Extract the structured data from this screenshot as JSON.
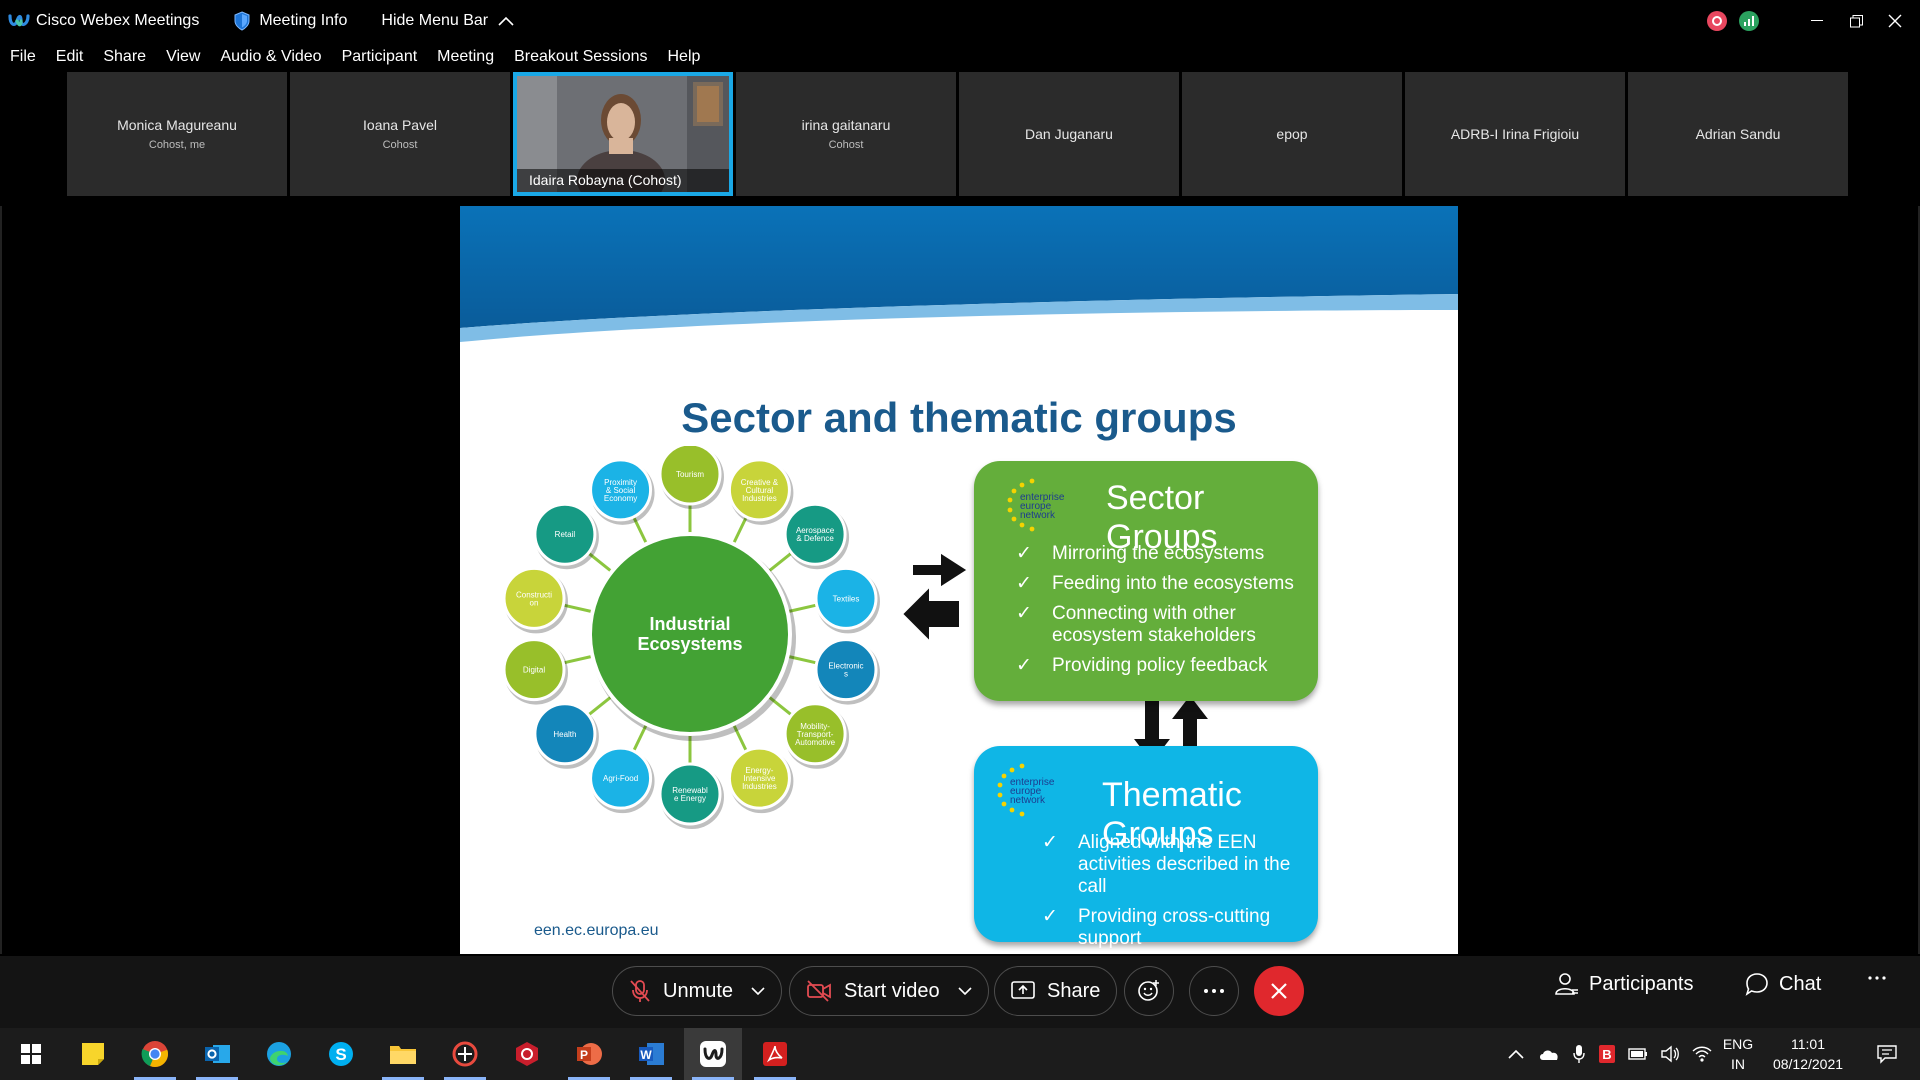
{
  "titlebar": {
    "app_name": "Cisco Webex Meetings",
    "meeting_info": "Meeting Info",
    "hide_menu_bar": "Hide Menu Bar"
  },
  "menu": [
    "File",
    "Edit",
    "Share",
    "View",
    "Audio & Video",
    "Participant",
    "Meeting",
    "Breakout Sessions",
    "Help"
  ],
  "participants": [
    {
      "name": "Monica Magureanu",
      "role": "Cohost, me"
    },
    {
      "name": "Ioana Pavel",
      "role": "Cohost"
    },
    {
      "name": "Idaira Robayna (Cohost)",
      "role": "",
      "video": true
    },
    {
      "name": "irina gaitanaru",
      "role": "Cohost"
    },
    {
      "name": "Dan Juganaru",
      "role": ""
    },
    {
      "name": "epop",
      "role": ""
    },
    {
      "name": "ADRB-I Irina Frigioiu",
      "role": ""
    },
    {
      "name": "Adrian Sandu",
      "role": ""
    }
  ],
  "slide": {
    "title": "Sector and thematic groups",
    "center": [
      "Industrial",
      "Ecosystems"
    ],
    "ecosystems": [
      {
        "lines": [
          "Proximity",
          "& Social",
          "Economy"
        ],
        "color": "#1bb3e6"
      },
      {
        "lines": [
          "Tourism"
        ],
        "color": "#98bf2a"
      },
      {
        "lines": [
          "Creative &",
          "Cultural",
          "Industries"
        ],
        "color": "#c8d43a"
      },
      {
        "lines": [
          "Aerospace",
          "& Defence"
        ],
        "color": "#169a84"
      },
      {
        "lines": [
          "Textiles"
        ],
        "color": "#1bb3e6"
      },
      {
        "lines": [
          "Electronic",
          "s"
        ],
        "color": "#1386ba"
      },
      {
        "lines": [
          "Mobility-",
          "Transport-",
          "Automotive"
        ],
        "color": "#98bf2a"
      },
      {
        "lines": [
          "Energy-",
          "Intensive",
          "Industries"
        ],
        "color": "#c8d43a"
      },
      {
        "lines": [
          "Renewabl",
          "e Energy"
        ],
        "color": "#169a84"
      },
      {
        "lines": [
          "Agri-Food"
        ],
        "color": "#1bb3e6"
      },
      {
        "lines": [
          "Health"
        ],
        "color": "#1386ba"
      },
      {
        "lines": [
          "Digital"
        ],
        "color": "#98bf2a"
      },
      {
        "lines": [
          "Constructi",
          "on"
        ],
        "color": "#c8d43a"
      },
      {
        "lines": [
          "Retail"
        ],
        "color": "#169a84"
      }
    ],
    "sector": {
      "title": "Sector Groups",
      "items": [
        "Mirroring the ecosystems",
        "Feeding into the ecosystems",
        "Connecting with other ecosystem stakeholders",
        "Providing policy feedback"
      ]
    },
    "thematic": {
      "title": "Thematic Groups",
      "items": [
        "Aligned with the EEN activities described in the call",
        "Providing cross-cutting support"
      ]
    },
    "logo_text": [
      "enterprise",
      "europe",
      "network"
    ],
    "footer": "een.ec.europa.eu"
  },
  "controls": {
    "unmute": "Unmute",
    "start_video": "Start video",
    "share": "Share",
    "participants": "Participants",
    "chat": "Chat"
  },
  "taskbar": {
    "lang": "ENG",
    "region": "IN",
    "time": "11:01",
    "date": "08/12/2021"
  },
  "colors": {
    "accent_blue": "#1aa8e6",
    "end_call_red": "#e0282d",
    "slide_title": "#1a5a8c",
    "sector_green": "#64ae3b",
    "thematic_blue": "#0fb6e6"
  }
}
